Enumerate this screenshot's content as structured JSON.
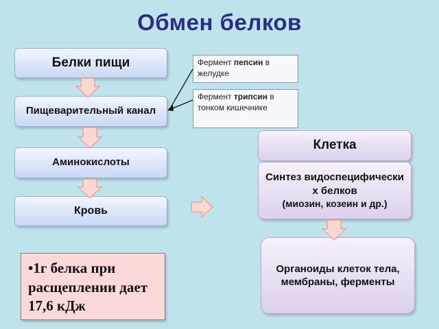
{
  "title": "Обмен белков",
  "flow": {
    "food_proteins": "Белки пищи",
    "digestive_canal": "Пищеварительный канал",
    "amino_acids": "Аминокислоты",
    "blood": "Кровь"
  },
  "notes": {
    "pepsin": {
      "prefix": "Фермент",
      "enzyme": "пепсин",
      "suffix": "в желудке"
    },
    "trypsin": {
      "prefix": "Фермент",
      "enzyme": "трипсин",
      "suffix": "в тонком кишечнике"
    }
  },
  "cell": {
    "title": "Клетка",
    "synthesis_main": "Синтез видоспецифически х белков",
    "synthesis_sub": "(миозин, козеин и др.)",
    "organoids": "Органоиды клеток тела, мембраны, ферменты"
  },
  "info": {
    "bullet": "•",
    "text": "1г белка при расщеплении дает 17,6 кДж"
  },
  "colors": {
    "title": "#262e86",
    "arrow_fill": "#fbd7d2",
    "arrow_stroke": "#e59a92",
    "background": "#bfe3ea"
  }
}
